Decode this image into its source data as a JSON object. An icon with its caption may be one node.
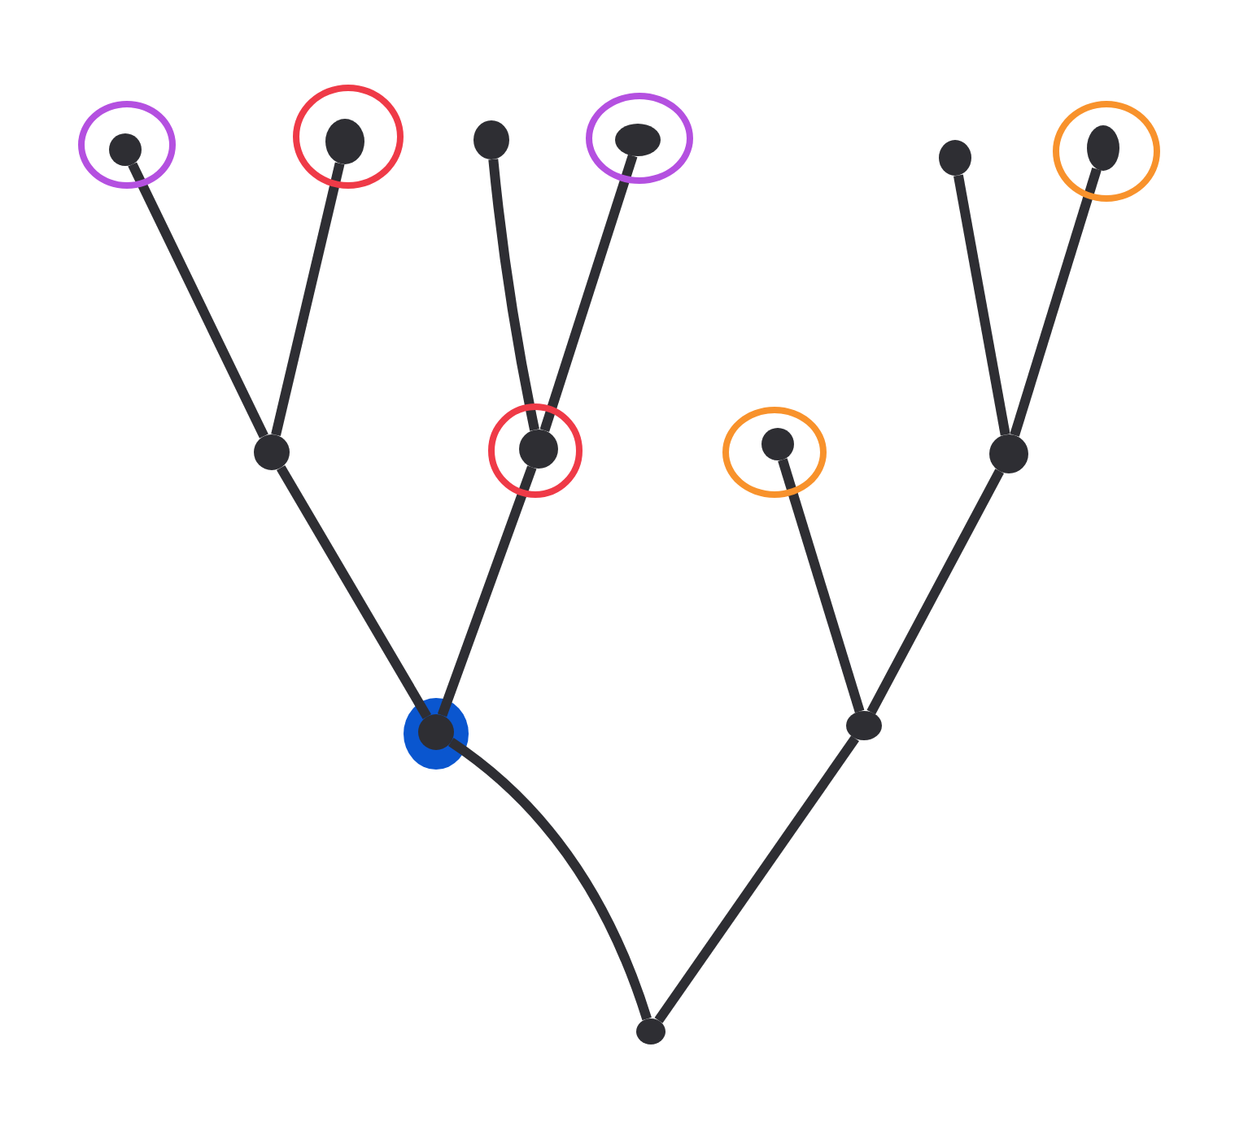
{
  "diagram": {
    "nodes": [
      {
        "text": [],
        "shape": "circle"
      },
      {
        "text": [],
        "shape": "dot",
        "in": 0
      },
      {
        "text": [],
        "shape": "circle"
      },
      {
        "text": [],
        "shape": "dot",
        "in": 2
      },
      {
        "text": [],
        "shape": "dot"
      },
      {
        "text": [],
        "shape": "circle"
      },
      {
        "text": [],
        "shape": "dot",
        "in": 5
      },
      {
        "text": [],
        "shape": "dot"
      },
      {
        "text": [],
        "shape": "circle"
      },
      {
        "text": [],
        "shape": "dot",
        "in": 8
      },
      {
        "text": [],
        "shape": "dot"
      },
      {
        "text": [],
        "shape": "circle"
      },
      {
        "text": [],
        "shape": "dot",
        "in": 11
      },
      {
        "text": [],
        "shape": "circle"
      },
      {
        "text": [],
        "shape": "dot",
        "in": 13
      },
      {
        "text": [],
        "shape": "dot"
      },
      {
        "text": [],
        "shape": "dot"
      },
      {
        "text": [],
        "shape": "dot",
        "in": 16
      },
      {
        "text": [],
        "shape": "dot"
      },
      {
        "text": [],
        "shape": "dot"
      }
    ],
    "edges": [
      {
        "from": 19,
        "to": 17,
        "arrow": "none"
      },
      {
        "from": 19,
        "to": 18,
        "arrow": "none"
      },
      {
        "from": 17,
        "to": 10,
        "arrow": "none"
      },
      {
        "from": 17,
        "to": 12,
        "arrow": "none"
      },
      {
        "from": 18,
        "to": 14,
        "arrow": "none"
      },
      {
        "from": 18,
        "to": 15,
        "arrow": "none"
      },
      {
        "from": 10,
        "to": 1,
        "arrow": "none"
      },
      {
        "from": 10,
        "to": 3,
        "arrow": "none"
      },
      {
        "from": 12,
        "to": 4,
        "arrow": "none"
      },
      {
        "from": 12,
        "to": 6,
        "arrow": "none"
      },
      {
        "from": 15,
        "to": 7,
        "arrow": "none"
      },
      {
        "from": 15,
        "to": 9,
        "arrow": "none"
      }
    ]
  }
}
